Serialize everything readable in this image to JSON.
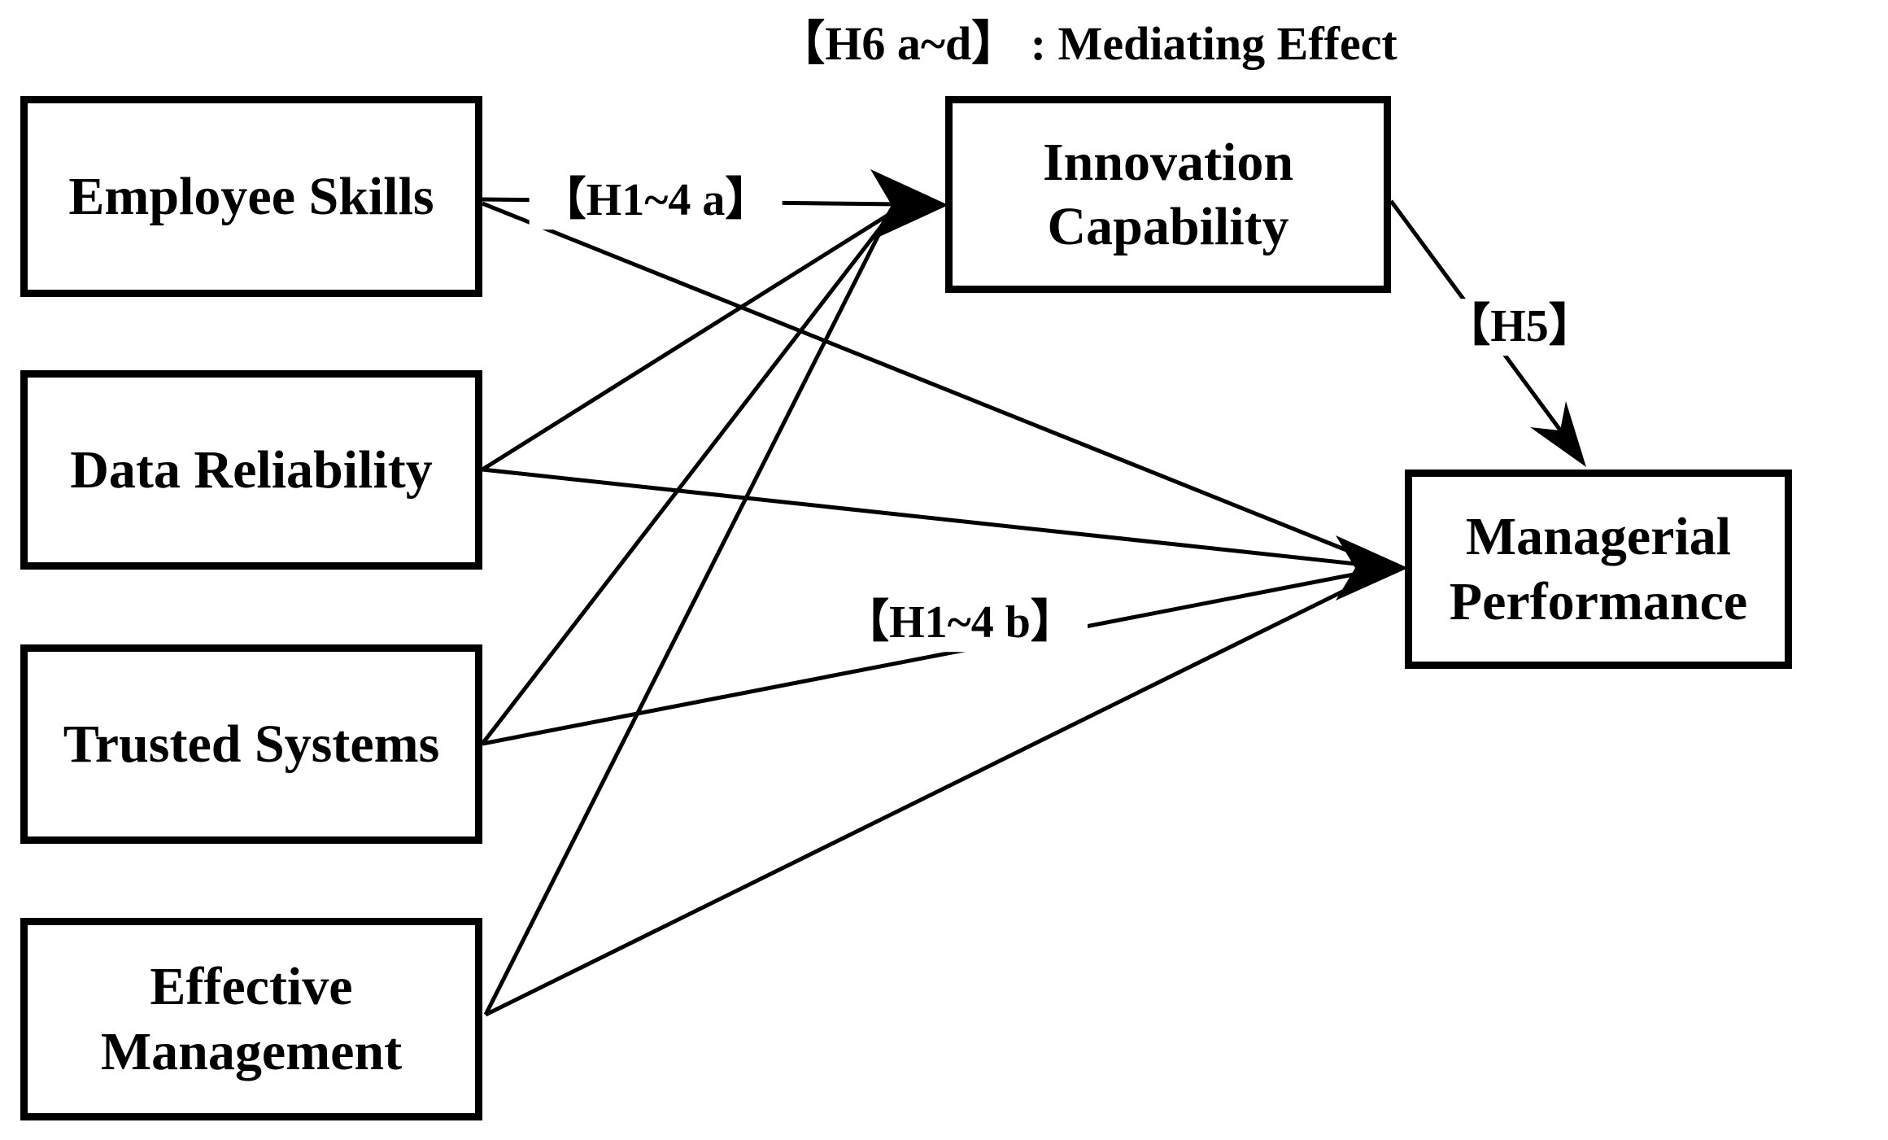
{
  "title": "【H6 a~d】 : Mediating Effect",
  "nodes": {
    "employee_skills": {
      "label": "Employee Skills"
    },
    "data_reliability": {
      "label": "Data Reliability"
    },
    "trusted_systems": {
      "label": "Trusted Systems"
    },
    "effective_management": {
      "label": "Effective\nManagement"
    },
    "innovation_capability": {
      "label": "Innovation\nCapability"
    },
    "managerial_performance": {
      "label": "Managerial\nPerformance"
    }
  },
  "edge_labels": {
    "h1_4a": "【H1~4 a】",
    "h1_4b": "【H1~4 b】",
    "h5": "【H5】"
  },
  "edges": [
    {
      "from": "Employee Skills",
      "to": "Innovation Capability",
      "label": "【H1~4 a】"
    },
    {
      "from": "Data Reliability",
      "to": "Innovation Capability",
      "label": ""
    },
    {
      "from": "Trusted Systems",
      "to": "Innovation Capability",
      "label": ""
    },
    {
      "from": "Effective Management",
      "to": "Innovation Capability",
      "label": ""
    },
    {
      "from": "Employee Skills",
      "to": "Managerial Performance",
      "label": ""
    },
    {
      "from": "Data Reliability",
      "to": "Managerial Performance",
      "label": ""
    },
    {
      "from": "Trusted Systems",
      "to": "Managerial Performance",
      "label": "【H1~4 b】"
    },
    {
      "from": "Effective Management",
      "to": "Managerial Performance",
      "label": ""
    },
    {
      "from": "Innovation Capability",
      "to": "Managerial Performance",
      "label": "【H5】"
    }
  ],
  "colors": {
    "line": "#000000",
    "text": "#000000",
    "background": "#ffffff"
  }
}
